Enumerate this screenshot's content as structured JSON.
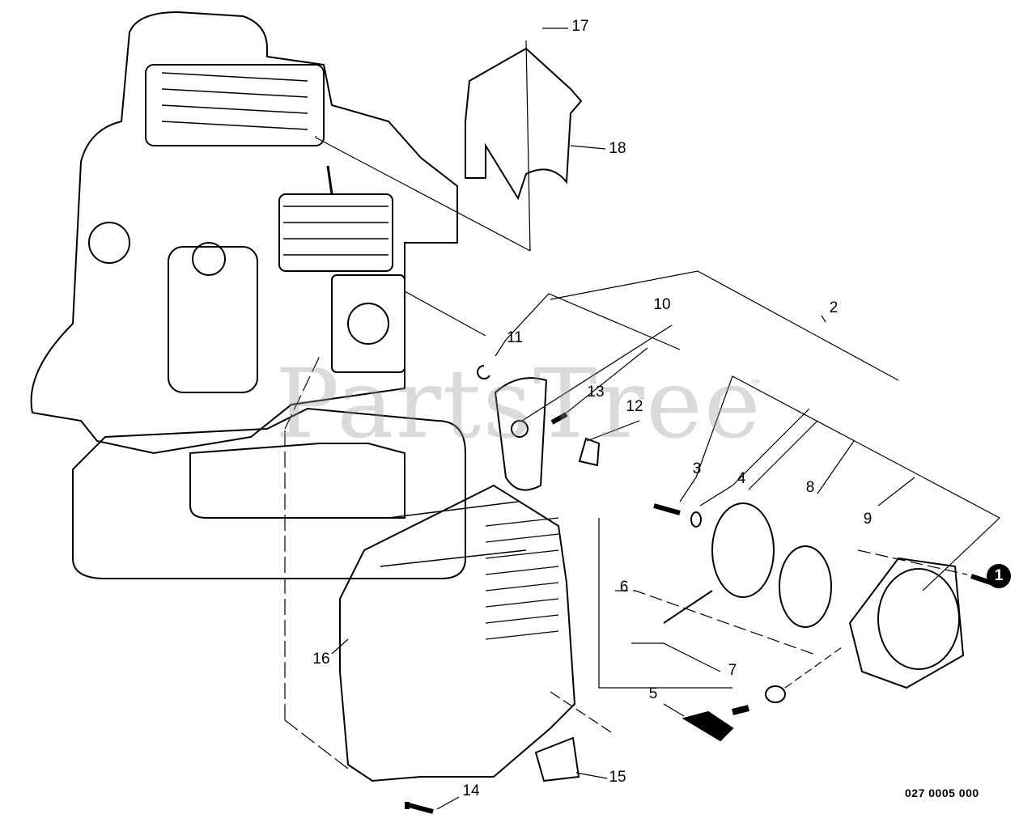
{
  "watermark": {
    "text": "PartsTree",
    "tm": "™"
  },
  "diagram_code": "027 0005 000",
  "callout_badge": "1",
  "labels": {
    "p2": "2",
    "p3": "3",
    "p4": "4",
    "p5": "5",
    "p6": "6",
    "p7": "7",
    "p8": "8",
    "p9": "9",
    "p10": "10",
    "p11": "11",
    "p12": "12",
    "p13": "13",
    "p14": "14",
    "p15": "15",
    "p16": "16",
    "p17": "17",
    "p18": "18"
  }
}
